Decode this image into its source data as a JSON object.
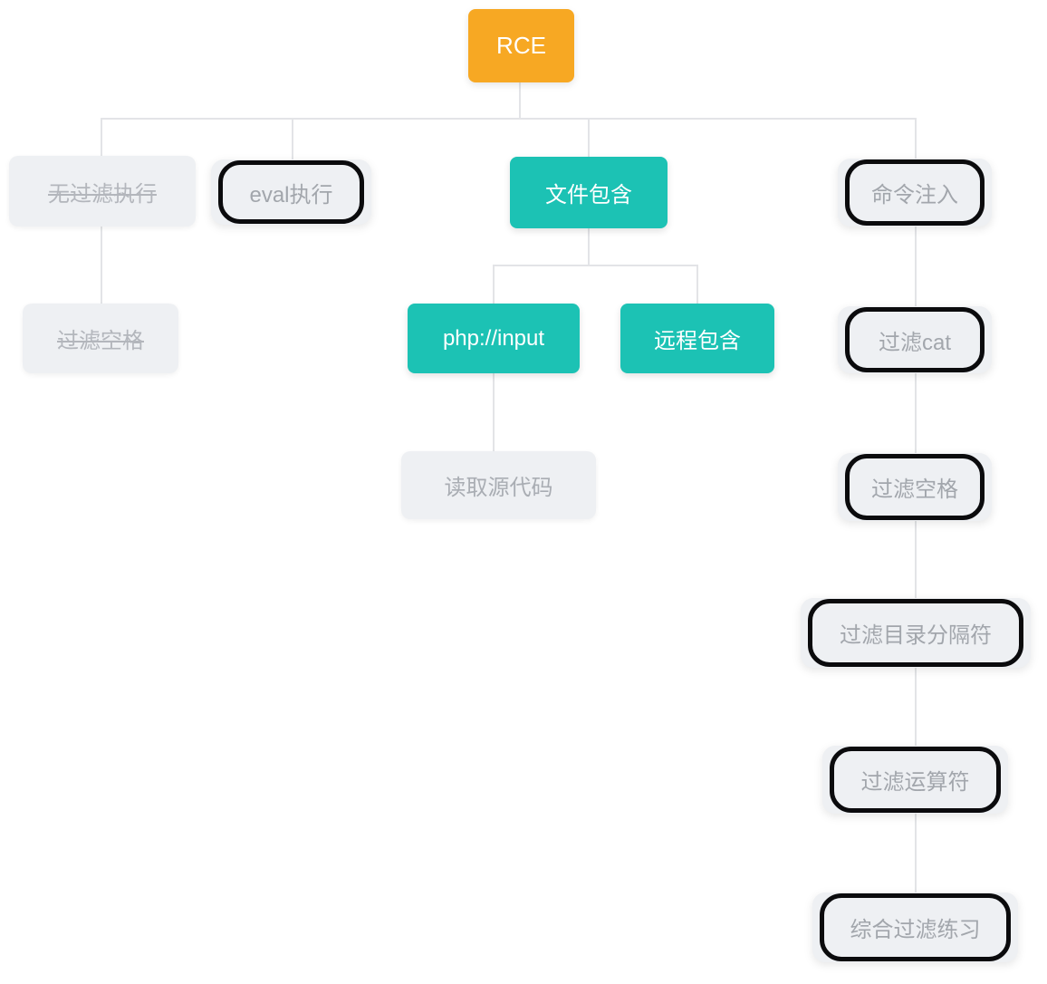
{
  "diagram": {
    "kind": "challenge-skill-tree",
    "root_label": "RCE"
  },
  "colors": {
    "root_bg": "#F7A823",
    "active_bg": "#1CC2B4",
    "node_bg": "#EEF0F3",
    "node_text_gray": "#A9ADB3",
    "highlight_border": "#0B0B0D",
    "connector": "#E3E4E7",
    "node_text_white": "#FFFFFF"
  },
  "nodes": {
    "rce": {
      "label": "RCE",
      "state": "root"
    },
    "no_filter_exec": {
      "label": "无过滤执行",
      "state": "completed-strikethrough"
    },
    "eval_exec": {
      "label": "eval执行",
      "state": "highlighted-border"
    },
    "file_inclusion": {
      "label": "文件包含",
      "state": "active-teal"
    },
    "cmd_injection": {
      "label": "命令注入",
      "state": "highlighted-border"
    },
    "filter_space_left": {
      "label": "过滤空格",
      "state": "completed-strikethrough"
    },
    "php_input": {
      "label": "php://input",
      "state": "active-teal"
    },
    "remote_inclusion": {
      "label": "远程包含",
      "state": "active-teal"
    },
    "filter_cat": {
      "label": "过滤cat",
      "state": "highlighted-border"
    },
    "read_source": {
      "label": "读取源代码",
      "state": "plain"
    },
    "filter_space_right": {
      "label": "过滤空格",
      "state": "highlighted-border"
    },
    "filter_dir_separator": {
      "label": "过滤目录分隔符",
      "state": "highlighted-border"
    },
    "filter_operator": {
      "label": "过滤运算符",
      "state": "highlighted-border"
    },
    "comprehensive_filter": {
      "label": "综合过滤练习",
      "state": "highlighted-border"
    }
  }
}
